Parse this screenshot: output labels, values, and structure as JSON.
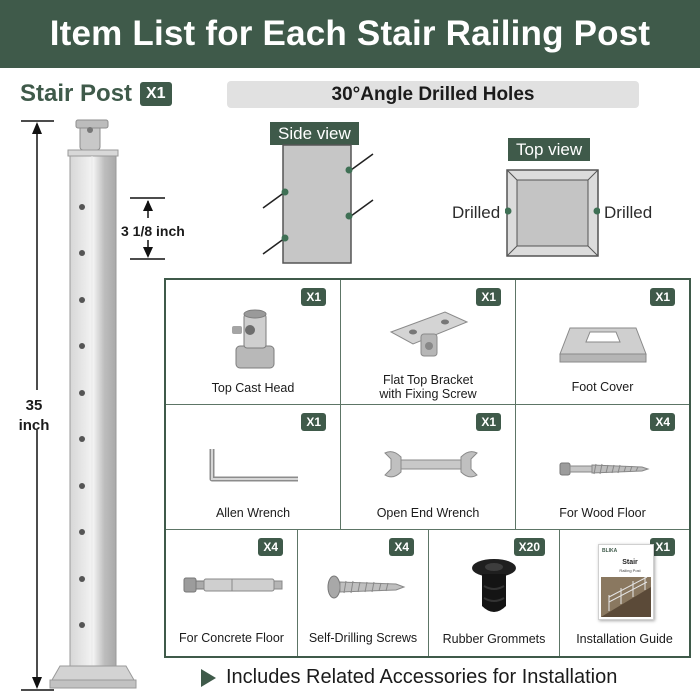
{
  "header": {
    "title": "Item List for Each Stair Railing Post"
  },
  "stair_post": {
    "label": "Stair Post",
    "qty": "X1"
  },
  "angle_banner": "30°Angle Drilled Holes",
  "side_view": {
    "label": "Side view"
  },
  "top_view": {
    "label": "Top view",
    "left_label": "Drilled",
    "right_label": "Drilled"
  },
  "dimensions": {
    "spacing": "3 1/8 inch",
    "height_value": "35",
    "height_unit": "inch"
  },
  "items": [
    {
      "name": "Top Cast Head",
      "qty": "X1"
    },
    {
      "name": "Flat Top Bracket with Fixing Screw",
      "line1": "Flat Top Bracket",
      "line2": "with Fixing Screw",
      "qty": "X1"
    },
    {
      "name": "Foot Cover",
      "qty": "X1"
    },
    {
      "name": "Allen Wrench",
      "qty": "X1"
    },
    {
      "name": "Open End Wrench",
      "qty": "X1"
    },
    {
      "name": "For Wood Floor",
      "qty": "X4"
    },
    {
      "name": "For Concrete Floor",
      "qty": "X4"
    },
    {
      "name": "Self-Drilling Screws",
      "qty": "X4"
    },
    {
      "name": "Rubber Grommets",
      "qty": "X20"
    },
    {
      "name": "Installation Guide",
      "qty": "X1"
    }
  ],
  "guide_cover": {
    "brand": "BLIKA",
    "title": "Stair",
    "subtitle": "Railing Post"
  },
  "footer": {
    "text": "Includes Related Accessories for Installation"
  },
  "colors": {
    "brand_green": "#3f5a4a",
    "banner_gray": "#e1e1e1",
    "metal": "#c9c9c9"
  }
}
